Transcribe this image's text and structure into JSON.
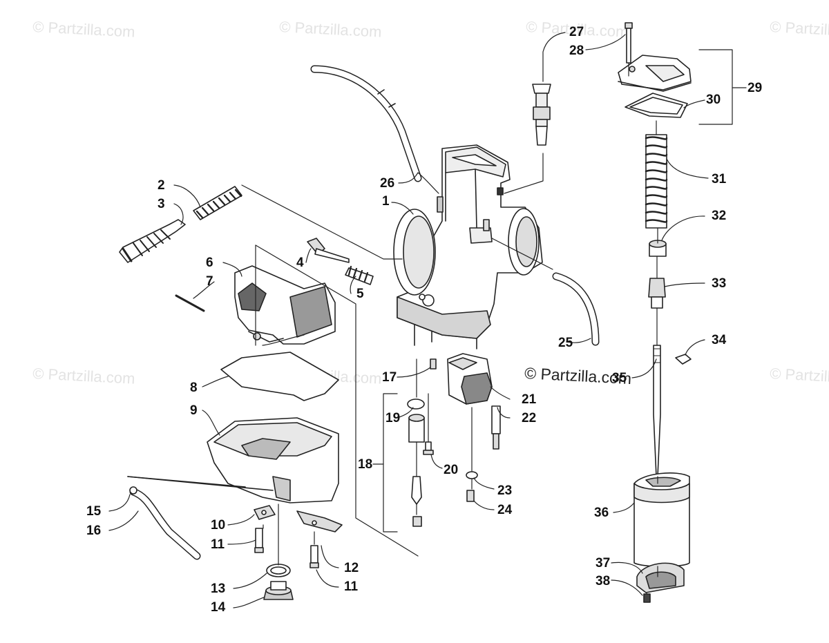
{
  "watermark": {
    "text": "© Partzilla.com",
    "main_text": "© Partzilla.com"
  },
  "callouts": [
    "1",
    "2",
    "3",
    "4",
    "5",
    "6",
    "7",
    "8",
    "9",
    "10",
    "11",
    "11",
    "12",
    "13",
    "14",
    "15",
    "16",
    "17",
    "18",
    "19",
    "20",
    "21",
    "22",
    "23",
    "24",
    "25",
    "26",
    "27",
    "28",
    "29",
    "30",
    "31",
    "32",
    "33",
    "34",
    "35",
    "36",
    "37",
    "38"
  ],
  "colors": {
    "line": "#222222",
    "fill_light": "#d9d9d9",
    "fill_mid": "#b5b5b5",
    "watermark": "#e3e3e3"
  }
}
